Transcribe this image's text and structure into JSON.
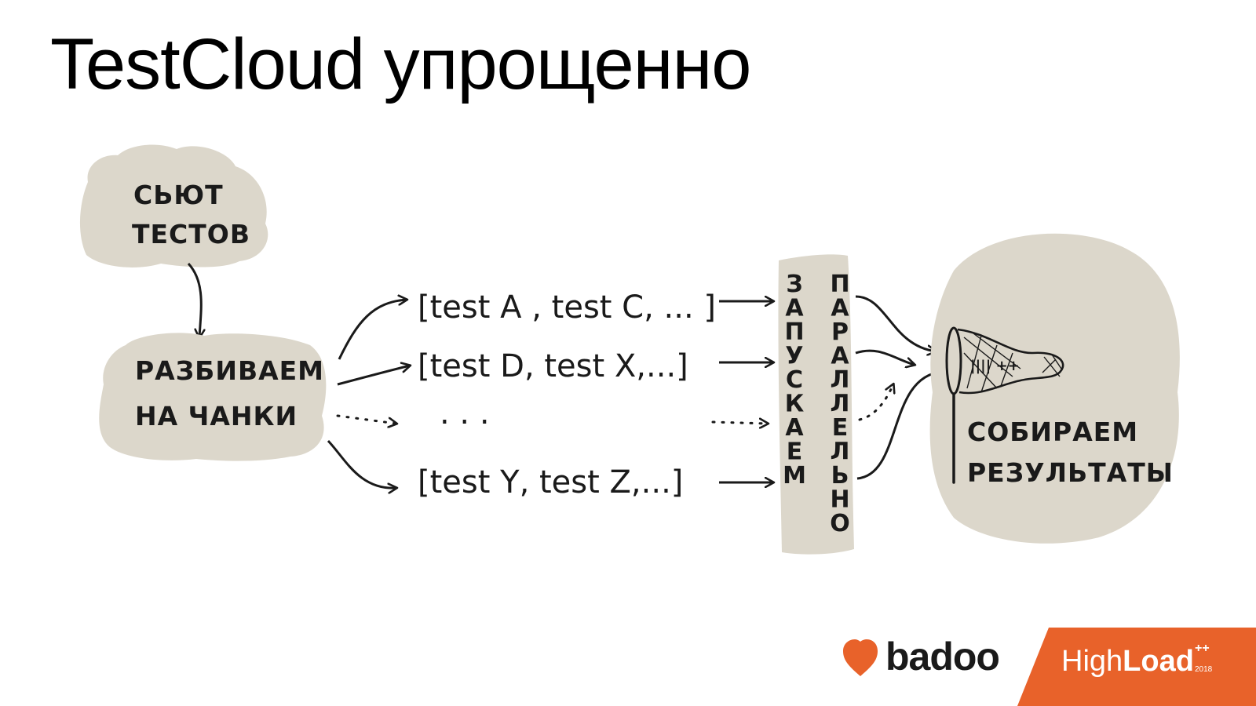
{
  "slide": {
    "title": "TestCloud упрощенно"
  },
  "diagram": {
    "suite_line1": "СЬЮТ",
    "suite_line2": "ТЕСТОВ",
    "split_line1": "РАЗБИВАЕМ",
    "split_line2": "НА ЧАНКИ",
    "chunks": [
      "[test A , test C, ... ]",
      "[test D, test X,...]",
      ". . .",
      "[test Y, test Z,...]"
    ],
    "launch_col1": [
      "З",
      "А",
      "П",
      "У",
      "С",
      "К",
      "А",
      "Е",
      "М"
    ],
    "launch_col2": [
      "П",
      "А",
      "Р",
      "А",
      "Л",
      "Л",
      "Е",
      "Л",
      "Ь",
      "Н",
      "О"
    ],
    "collect_line1": "СОБИРАЕМ",
    "collect_line2": "РЕЗУЛЬТАТЫ",
    "net_marks": "|||| ++"
  },
  "footer": {
    "brand": "badoo",
    "event_light": "High",
    "event_bold": "Load",
    "event_plus": "++",
    "event_year": "2018",
    "colors": {
      "brand_heart": "#e8622a",
      "event_bg": "#e8622a",
      "cloud": "#dcd7cb"
    }
  }
}
